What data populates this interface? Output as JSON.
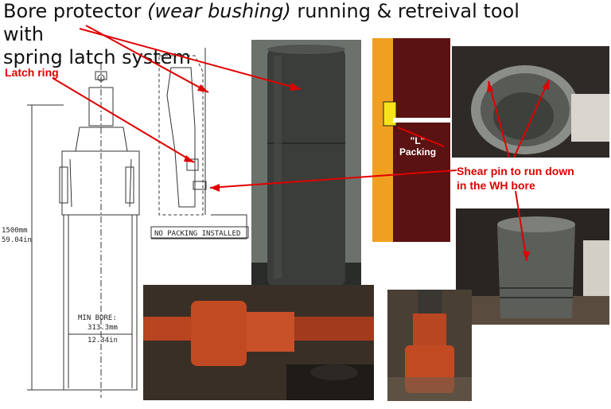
{
  "title": {
    "part1": "Bore protector ",
    "part2_italic": "(wear bushing)",
    "part3": " running & retreival tool with",
    "line2": "spring latch system"
  },
  "labels": {
    "latch_ring": "Latch ring",
    "shear_pin_line1": "Shear pin to run down",
    "shear_pin_line2": "in the WH bore",
    "l_packing_line1": "\"L\"",
    "l_packing_line2": "Packing"
  },
  "drawing": {
    "height_mm": "1500mm",
    "height_in": "59.04in",
    "min_bore_label": "MIN BORE:",
    "min_bore_mm": "313.3mm",
    "min_bore_in": "12.34in",
    "no_packing_note": "NO PACKING INSTALLED"
  },
  "colors": {
    "annotation_red": "#e00000",
    "bushing_dark": "#3b3d3a",
    "tool_orange": "#c24a22",
    "section_maroon": "#5a1212",
    "section_orange": "#f0a020"
  }
}
